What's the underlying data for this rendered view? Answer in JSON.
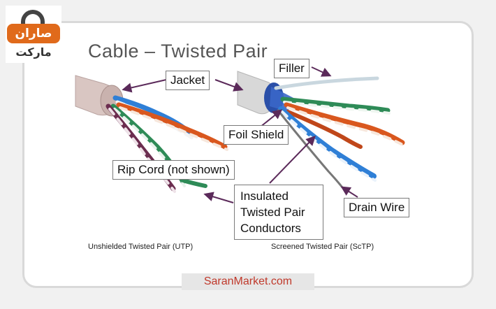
{
  "title": "Cable – Twisted Pair",
  "callouts": {
    "jacket": "Jacket",
    "filler": "Filler",
    "foil_shield": "Foil Shield",
    "rip_cord": "Rip Cord (not shown)",
    "insulated_line1": "Insulated",
    "insulated_line2": "Twisted Pair",
    "insulated_line3": "Conductors",
    "drain_wire": "Drain Wire"
  },
  "captions": {
    "utp": "Unshielded Twisted Pair (UTP)",
    "sctp": "Screened Twisted Pair (ScTP)"
  },
  "watermark": {
    "site": "SaranMarket.com",
    "logo_top": "صاران",
    "logo_bottom": "ماركت"
  },
  "colors": {
    "jacket": "#d9c6c2",
    "jacket_sctp": "#d8d8d8",
    "foil": "#2a4fa8",
    "blue_pair": "#2f7fd6",
    "orange_pair": "#d9571e",
    "green_pair": "#2e8b57",
    "brown_pair": "#6b2d4f",
    "arrow": "#5b2a5a",
    "logo_orange": "#e06a1b",
    "site_text": "#c0392b"
  },
  "icons": {
    "logo": "shopping-bag-icon"
  }
}
